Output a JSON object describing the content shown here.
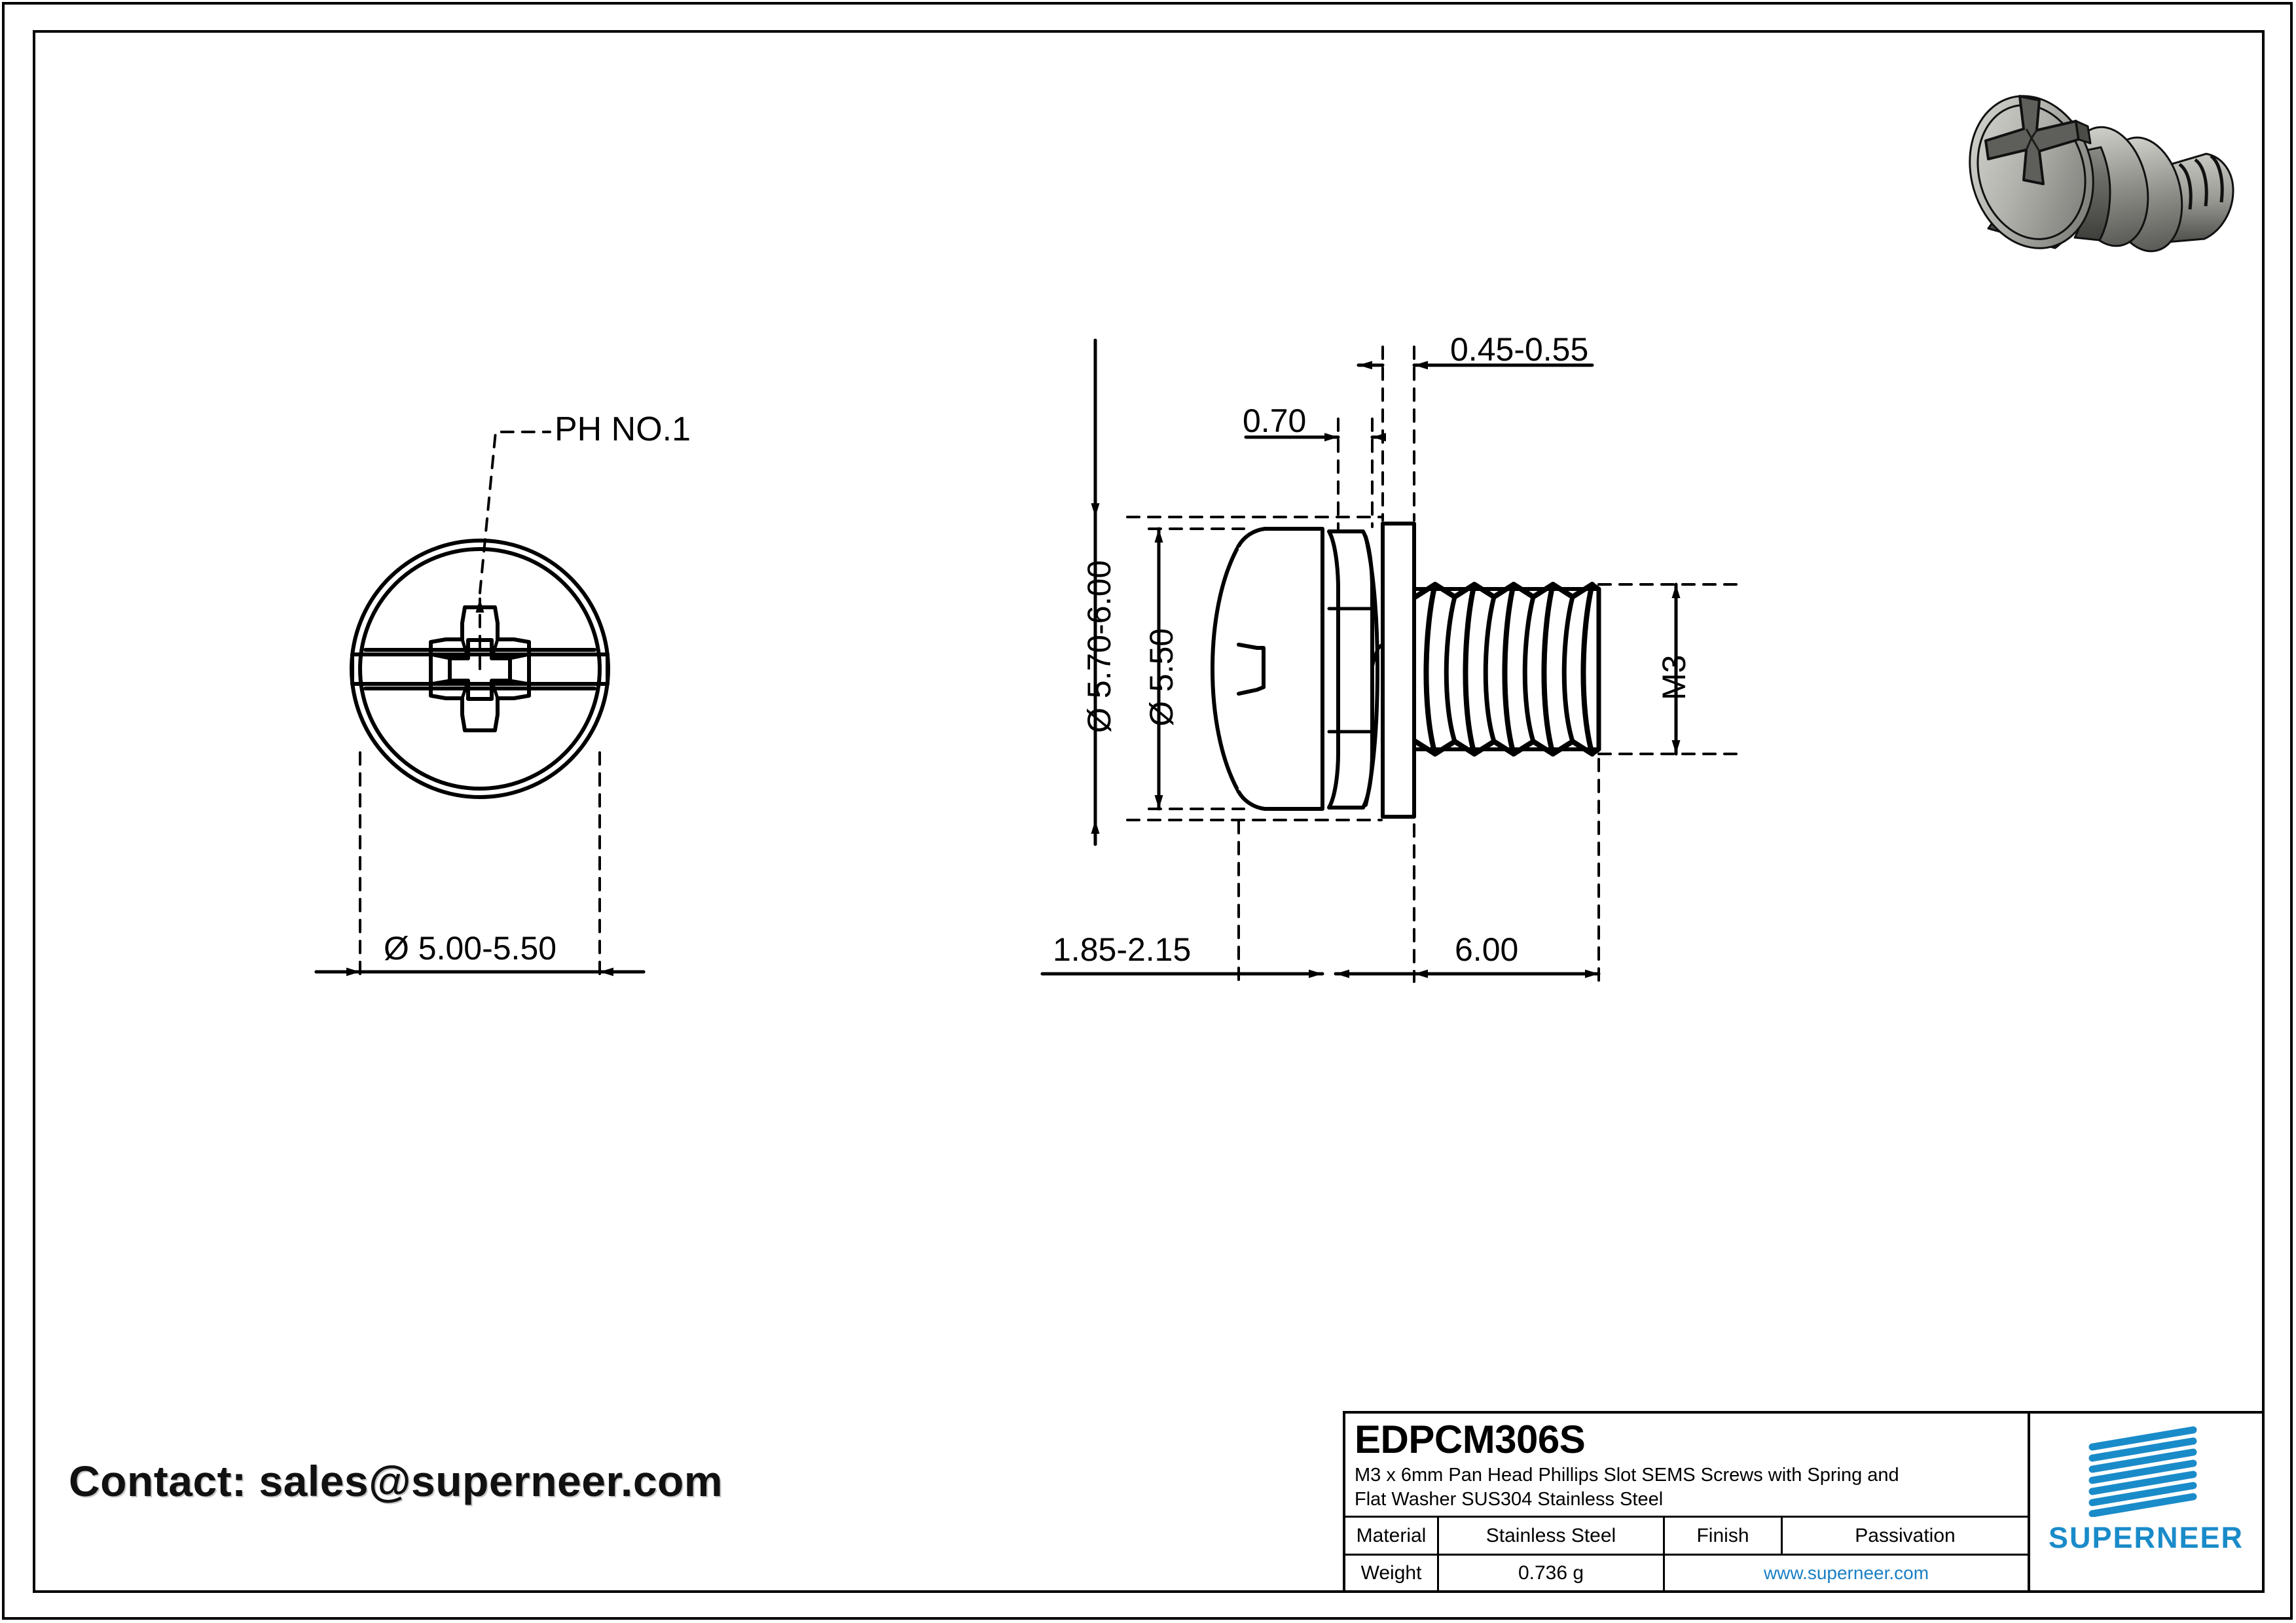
{
  "drawing": {
    "front_view": {
      "leader_label": "PH NO.1",
      "head_diameter_dim": "Ø 5.00-5.50"
    },
    "side_view": {
      "top_dim_a": "0.45-0.55",
      "top_dim_b": "0.70",
      "left_dim_outer": "Ø 5.70-6.00",
      "left_dim_inner": "Ø 5.50",
      "right_dim_thread": "M3",
      "bottom_dim_left": "1.85-2.15",
      "bottom_dim_right": "6.00"
    }
  },
  "contact": {
    "text": "Contact: sales@superneer.com"
  },
  "title_block": {
    "part_number": "EDPCM306S",
    "description_line1": "M3 x 6mm Pan Head Phillips Slot SEMS Screws with Spring and",
    "description_line2": "Flat Washer SUS304 Stainless Steel",
    "material_label": "Material",
    "material_value": "Stainless Steel",
    "finish_label": "Finish",
    "finish_value": "Passivation",
    "weight_label": "Weight",
    "weight_value": "0.736 g",
    "website": "www.superneer.com",
    "brand": "SUPERNEER",
    "brand_color": "#1a8bc9",
    "link_color": "#1a7fc4"
  }
}
